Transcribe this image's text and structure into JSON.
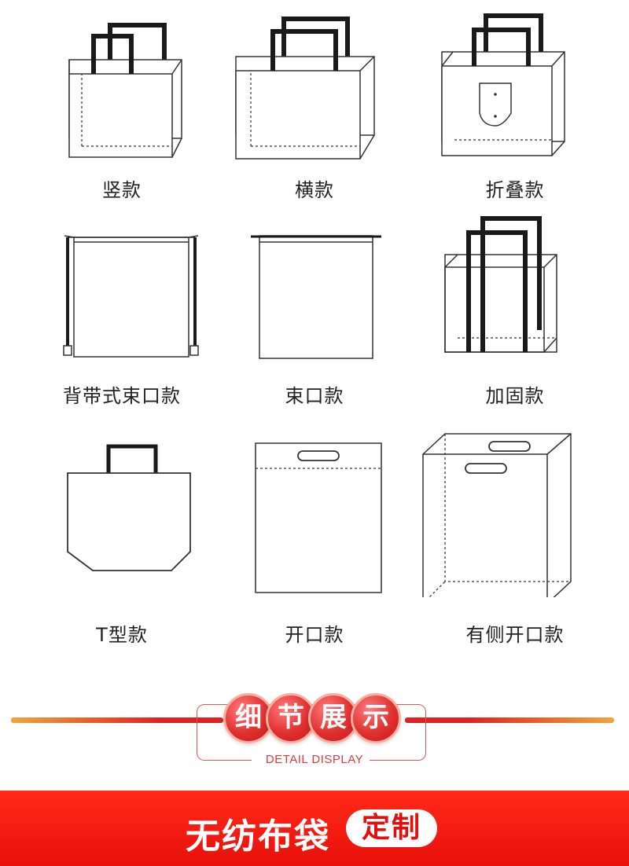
{
  "styles": [
    {
      "label": "竖款",
      "icon": "vertical-bag-icon"
    },
    {
      "label": "横款",
      "icon": "horizontal-bag-icon"
    },
    {
      "label": "折叠款",
      "icon": "folding-bag-icon"
    },
    {
      "label": "背带式束口款",
      "icon": "drawstring-backpack-icon"
    },
    {
      "label": "束口款",
      "icon": "drawstring-bag-icon"
    },
    {
      "label": "加固款",
      "icon": "reinforced-bag-icon"
    },
    {
      "label": "T型款",
      "icon": "t-shirt-bag-icon"
    },
    {
      "label": "开口款",
      "icon": "die-cut-bag-icon"
    },
    {
      "label": "有侧开口款",
      "icon": "side-gusset-die-cut-bag-icon"
    }
  ],
  "section": {
    "chars": [
      "细",
      "节",
      "展",
      "示"
    ],
    "subtitle": "DETAIL DISPLAY"
  },
  "banner": {
    "title": "无纺布袋",
    "tag": "定制"
  },
  "colors": {
    "accent_red": "#e8100a",
    "handle_black": "#1a1a1a",
    "outline": "#333333"
  }
}
